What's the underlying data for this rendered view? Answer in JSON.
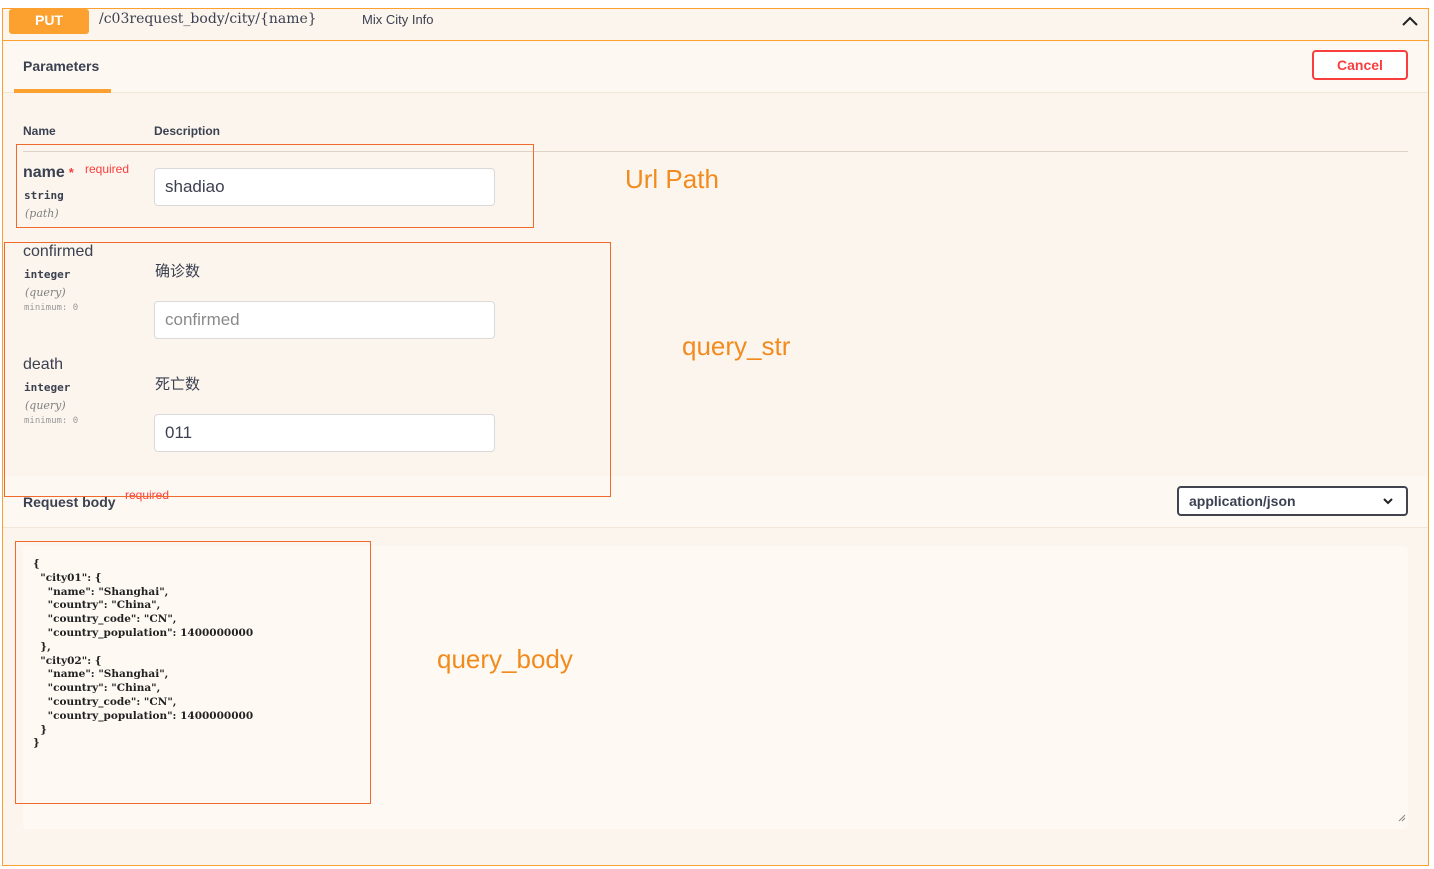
{
  "operation": {
    "method": "PUT",
    "path": "/c03request_body/city/{name}",
    "summary": "Mix City Info"
  },
  "tabs": {
    "parameters": "Parameters"
  },
  "buttons": {
    "cancel": "Cancel"
  },
  "columns": {
    "name": "Name",
    "description": "Description"
  },
  "parameters": [
    {
      "name": "name",
      "star": "*",
      "required_label": "required",
      "type": "string",
      "in": "(path)",
      "value": "shadiao"
    },
    {
      "name": "confirmed",
      "type": "integer",
      "in": "(query)",
      "minimum": "minimum: 0",
      "description": "确诊数",
      "placeholder": "confirmed"
    },
    {
      "name": "death",
      "type": "integer",
      "in": "(query)",
      "minimum": "minimum: 0",
      "description": "死亡数",
      "value": "011"
    }
  ],
  "request_body": {
    "title": "Request body",
    "required_label": "required",
    "content_type": "application/json",
    "json": "{\n  \"city01\": {\n    \"name\": \"Shanghai\",\n    \"country\": \"China\",\n    \"country_code\": \"CN\",\n    \"country_population\": 1400000000\n  },\n  \"city02\": {\n    \"name\": \"Shanghai\",\n    \"country\": \"China\",\n    \"country_code\": \"CN\",\n    \"country_population\": 1400000000\n  }\n}"
  },
  "annotations": {
    "url_path": "Url Path",
    "query_str": "query_str",
    "query_body": "query_body"
  },
  "colors": {
    "accent": "#fca130",
    "cancel": "#f93e3e",
    "annotation": "#f28b1e"
  },
  "icons": {
    "collapse": "chevron-up-icon",
    "dropdown": "chevron-down-icon",
    "resize": "resize-handle-icon"
  }
}
